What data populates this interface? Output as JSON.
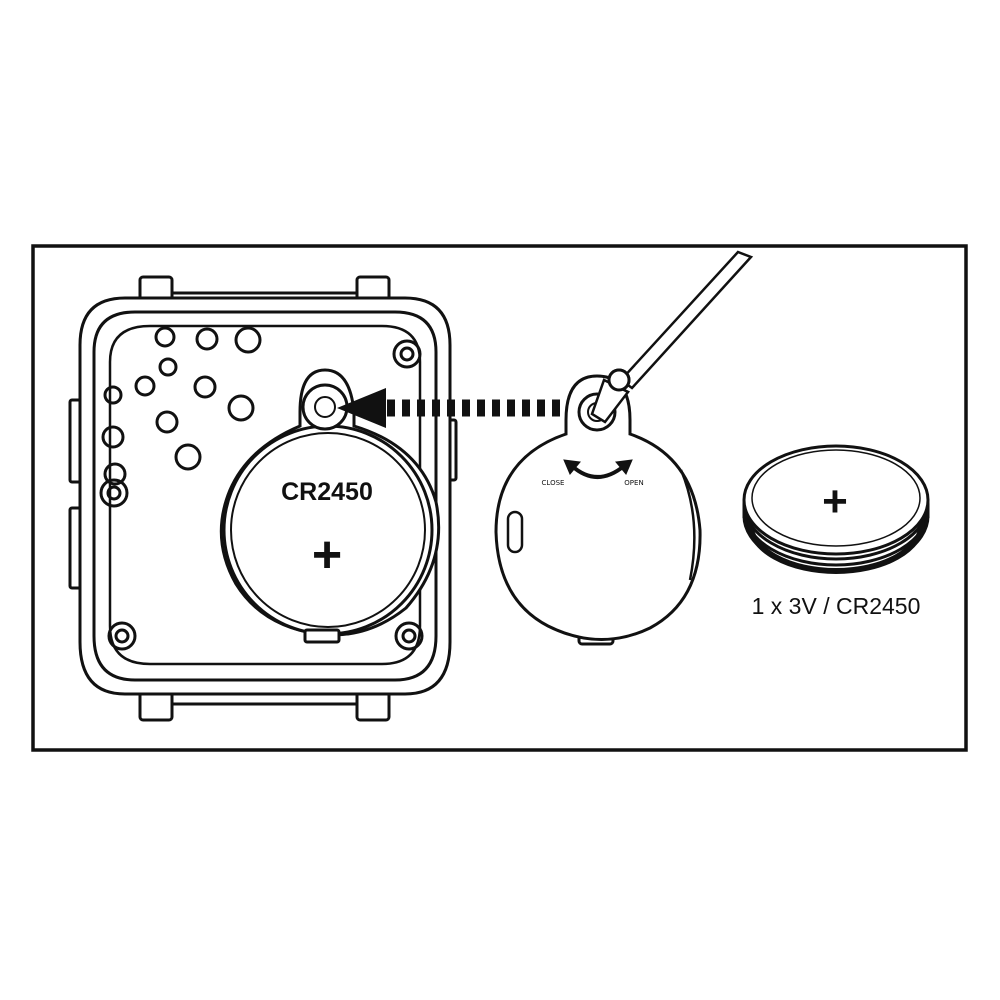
{
  "diagram": {
    "battery_label_on_device": "CR2450",
    "polarity_symbol": "+",
    "cover_label_close": "CLOSE",
    "cover_label_open": "OPEN",
    "battery_spec": "1 x 3V / CR2450"
  },
  "colors": {
    "line": "#111111",
    "background": "#ffffff"
  },
  "icons": [
    "device-back",
    "battery-cover",
    "screwdriver-icon",
    "coin-cell-battery",
    "dashed-arrow-icon",
    "rotate-arrow-icon"
  ]
}
